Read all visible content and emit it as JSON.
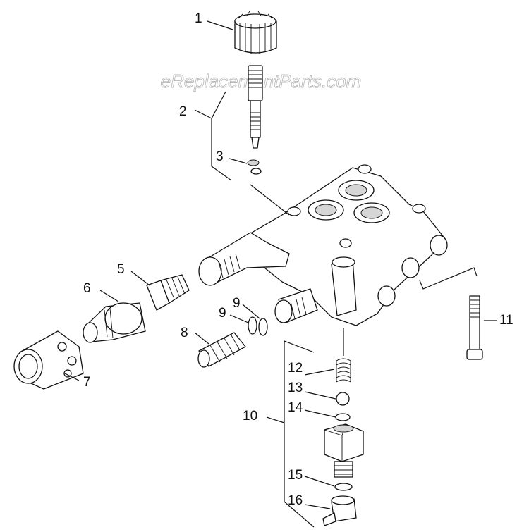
{
  "watermark": "eReplacementParts.com",
  "callouts": [
    {
      "id": "1",
      "label": "1"
    },
    {
      "id": "2",
      "label": "2"
    },
    {
      "id": "3",
      "label": "3"
    },
    {
      "id": "5",
      "label": "5"
    },
    {
      "id": "6",
      "label": "6"
    },
    {
      "id": "7",
      "label": "7"
    },
    {
      "id": "8",
      "label": "8"
    },
    {
      "id": "9a",
      "label": "9"
    },
    {
      "id": "9b",
      "label": "9"
    },
    {
      "id": "10",
      "label": "10"
    },
    {
      "id": "11",
      "label": "11"
    },
    {
      "id": "12",
      "label": "12"
    },
    {
      "id": "13",
      "label": "13"
    },
    {
      "id": "14",
      "label": "14"
    },
    {
      "id": "15",
      "label": "15"
    },
    {
      "id": "16",
      "label": "16"
    }
  ]
}
